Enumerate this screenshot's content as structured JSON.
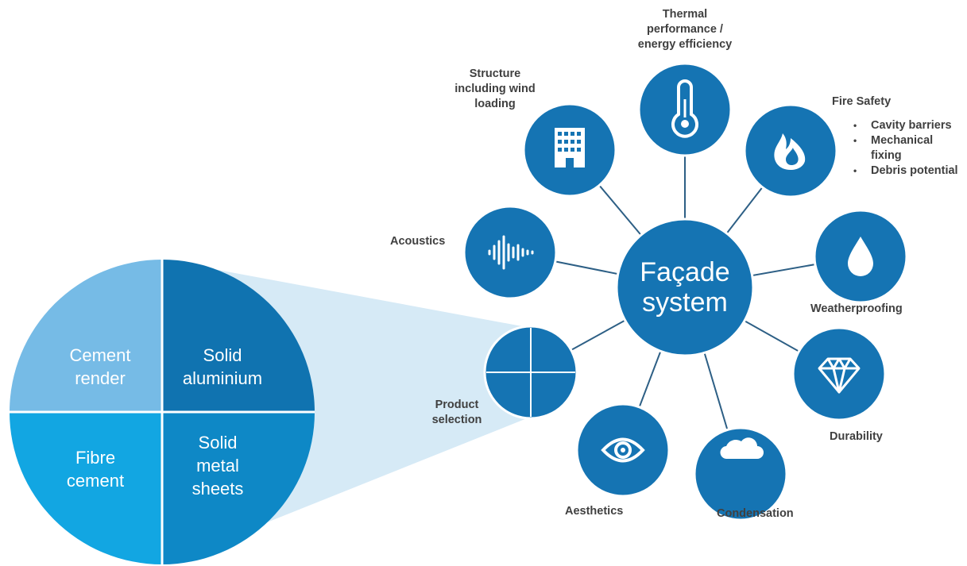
{
  "colors": {
    "node_blue": "#1574b3",
    "lens_fill": "#d6eaf6",
    "quadrant_cement_render": "#76bbe6",
    "quadrant_solid_aluminium": "#1073b0",
    "quadrant_fibre_cement": "#12a6e2",
    "quadrant_solid_metal_sheets": "#0e88c6"
  },
  "hub": {
    "line1": "Façade",
    "line2": "system"
  },
  "nodes": {
    "thermal": {
      "line1": "Thermal",
      "line2": "performance /",
      "line3": "energy efficiency",
      "icon": "thermometer-icon"
    },
    "structure": {
      "line1": "Structure",
      "line2": "including wind",
      "line3": "loading",
      "icon": "building-icon"
    },
    "fire": {
      "label": "Fire Safety",
      "icon": "flame-icon",
      "bullets": [
        "Cavity barriers",
        "Mechanical fixing",
        "Debris potential"
      ]
    },
    "acoustics": {
      "label": "Acoustics",
      "icon": "sound-wave-icon"
    },
    "weatherproofing": {
      "label": "Weatherproofing",
      "icon": "water-drop-icon"
    },
    "durability": {
      "label": "Durability",
      "icon": "diamond-icon"
    },
    "condensation": {
      "label": "Condensation",
      "icon": "cloud-icon"
    },
    "aesthetics": {
      "label": "Aesthetics",
      "icon": "eye-icon"
    },
    "product_selection": {
      "line1": "Product",
      "line2": "selection",
      "icon": "quadrant-circle-icon"
    }
  },
  "products": {
    "top_left": {
      "line1": "Cement",
      "line2": "render"
    },
    "top_right": {
      "line1": "Solid",
      "line2": "aluminium"
    },
    "bottom_left": {
      "line1": "Fibre",
      "line2": "cement"
    },
    "bottom_right": {
      "line1": "Solid",
      "line2": "metal",
      "line3": "sheets"
    }
  }
}
